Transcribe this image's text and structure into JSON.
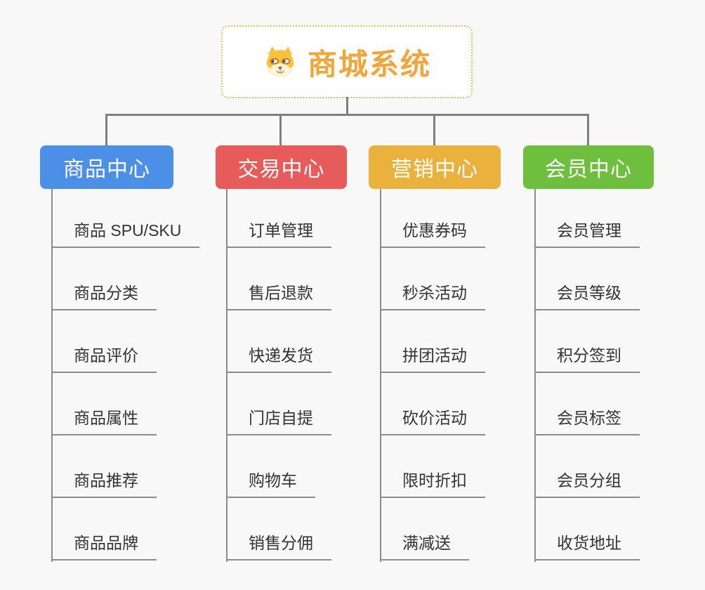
{
  "page": {
    "background_color": "#f8f8f8",
    "connector_color": "#808080",
    "underline_color": "#8c8c8c",
    "child_text_color": "#333333"
  },
  "root": {
    "title": "商城系统",
    "icon": "shiba-dog-icon",
    "text_color": "#f0a63c",
    "border_color": "#f3bc5c"
  },
  "branches": [
    {
      "label": "商品中心",
      "color": "#4c8fe6",
      "children": [
        "商品 SPU/SKU",
        "商品分类",
        "商品评价",
        "商品属性",
        "商品推荐",
        "商品品牌"
      ]
    },
    {
      "label": "交易中心",
      "color": "#e85b5b",
      "children": [
        "订单管理",
        "售后退款",
        "快递发货",
        "门店自提",
        "购物车",
        "销售分佣"
      ]
    },
    {
      "label": "营销中心",
      "color": "#ebb13d",
      "children": [
        "优惠券码",
        "秒杀活动",
        "拼团活动",
        "砍价活动",
        "限时折扣",
        "满减送"
      ]
    },
    {
      "label": "会员中心",
      "color": "#6fbf3f",
      "children": [
        "会员管理",
        "会员等级",
        "积分签到",
        "会员标签",
        "会员分组",
        "收货地址"
      ]
    }
  ]
}
